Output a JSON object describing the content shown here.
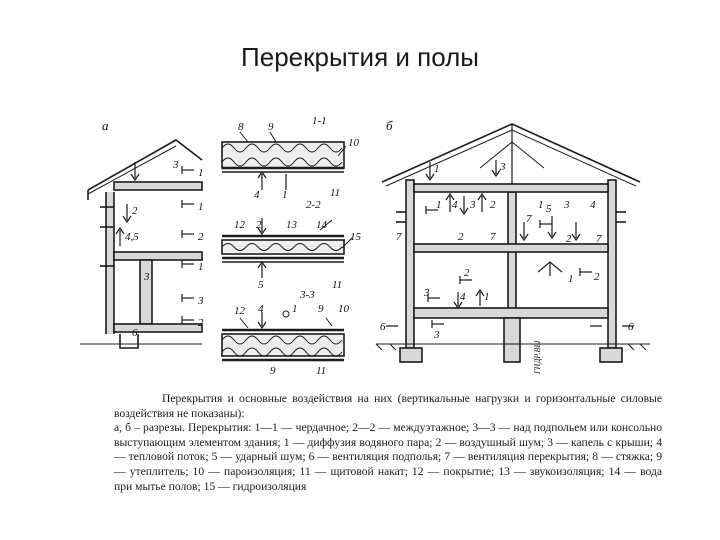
{
  "slide": {
    "title": "Перекрытия и полы"
  },
  "figure": {
    "panel_labels": {
      "a": "а",
      "b": "б"
    },
    "section_labels": {
      "s11": "1-1",
      "s22": "2-2",
      "s33": "3-3"
    },
    "numbers": [
      "1",
      "2",
      "3",
      "4",
      "4,5",
      "5",
      "6",
      "7",
      "8",
      "9",
      "10",
      "11",
      "12",
      "13",
      "14",
      "15"
    ],
    "side_text": "ГИДР.ВЫ"
  },
  "caption": {
    "line1": "Перекрытия и основные воздействия на них (вертикальные нагрузки и горизонтальные силовые воздействия не показаны):",
    "line2": "а, б – разрезы. Перекрытия: 1—1 — чердачное; 2—2 — междуэтажное; 3—3 — над подпольем или консольно выступающим элементом здания; 1 — диффузия водяного пара; 2 — воздушный шум; 3 — капель с крыши; 4 — тепловой поток; 5 — ударный шум; 6 — вентиляция подполья; 7 — вентиляция перекрытия; 8 — стяжка; 9 — утеплитель; 10 — пароизоляция; 11 — щитовой накат; 12 — покрытие; 13 — звукоизоляция; 14 — вода при мытье полов; 15 — гидроизоляция"
  }
}
